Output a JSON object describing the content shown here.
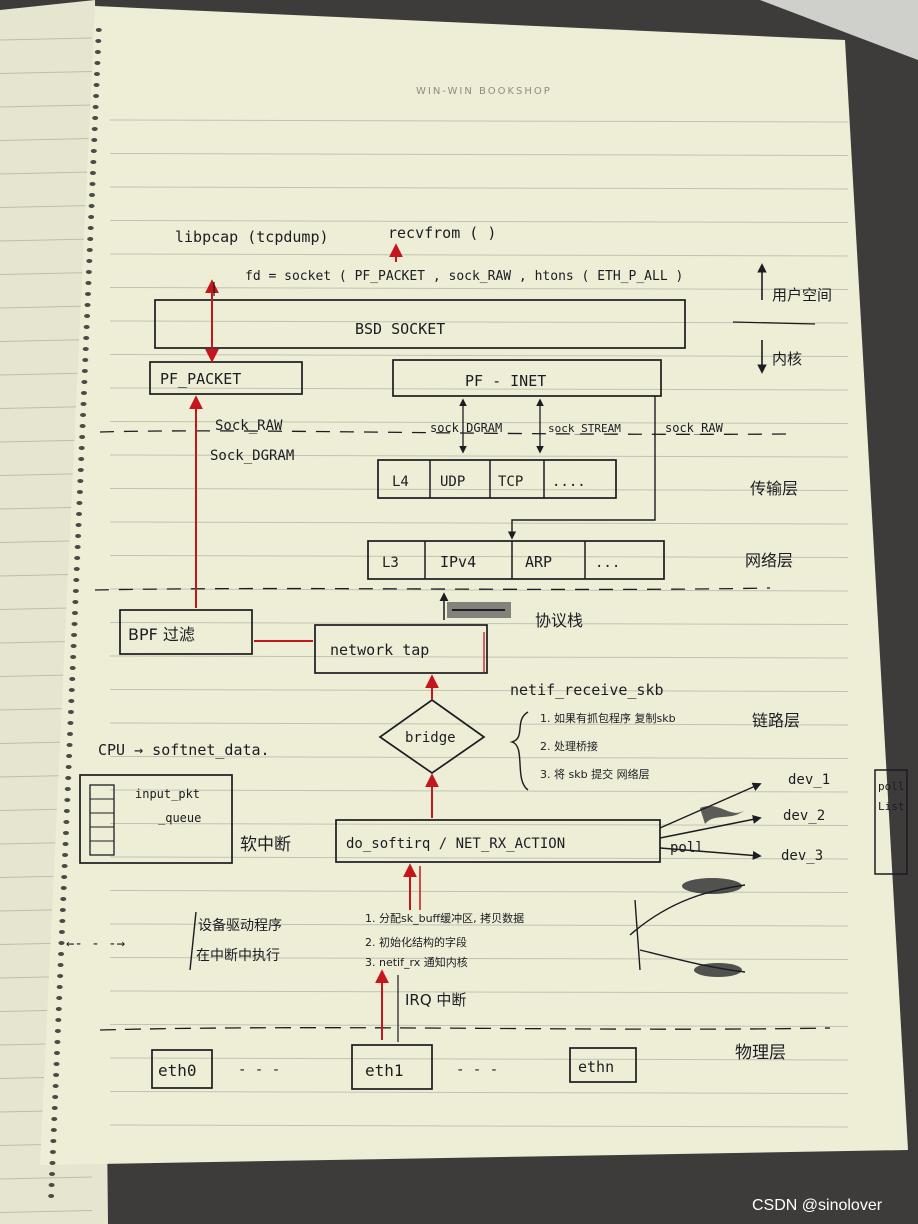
{
  "notebook": {
    "header": "WIN-WIN BOOKSHOP"
  },
  "top": {
    "libpcap": "libpcap (tcpdump)",
    "recvfrom": "recvfrom ( )",
    "socket_call": "fd = socket ( PF_PACKET , sock_RAW , htons ( ETH_P_ALL )"
  },
  "boxes": {
    "bsd_socket": "BSD SOCKET",
    "pf_packet": "PF_PACKET",
    "pf_inet": "PF - INET",
    "l4": [
      "L4",
      "UDP",
      "TCP",
      "...."
    ],
    "l3": [
      "L3",
      "IPv4",
      "ARP",
      "..."
    ],
    "bpf": "BPF 过滤",
    "network_tap": "network tap",
    "bridge": "bridge",
    "softirq": "do_softirq / NET_RX_ACTION",
    "eth": [
      "eth0",
      "eth1",
      "ethn"
    ]
  },
  "labels": {
    "sock_raw_left": "Sock_RAW",
    "sock_dgram_left": "Sock_DGRAM",
    "sock_dgram": "sock DGRAM",
    "sock_stream": "sock_STREAM",
    "sock_raw_right": "sock_RAW",
    "user_space": "用户空间",
    "kernel": "内核",
    "transport_layer": "传输层",
    "network_layer": "网络层",
    "protocol_stack": "协议栈",
    "netif_receive_skb": "netif_receive_skb",
    "netif_steps": [
      "1. 如果有抓包程序 复制skb",
      "2. 处理桥接",
      "3. 将 skb 提交 网络层"
    ],
    "link_layer": "链路层",
    "cpu_softnet": "CPU → softnet_data.",
    "input_pkt_queue": "input_pkt",
    "queue": "_queue",
    "soft_irq": "软中断",
    "poll": "poll",
    "devs": [
      "dev_1",
      "dev_2",
      "dev_3"
    ],
    "poll_list": [
      "poll",
      "List"
    ],
    "driver": [
      "设备驱动程序",
      "在中断中执行"
    ],
    "driver_steps": [
      "1. 分配sk_buff缓冲区, 拷贝数据",
      "2. 初始化结构的字段",
      "3. netif_rx 通知内核"
    ],
    "irq": "IRQ 中断",
    "physical_layer": "物理层",
    "dots": "- - -"
  },
  "watermark": "CSDN @sinolover",
  "colors": {
    "paper": "#eeeed7",
    "ink": "#1c1c22",
    "red": "#c4161c",
    "rule": "#b9b9ad"
  }
}
